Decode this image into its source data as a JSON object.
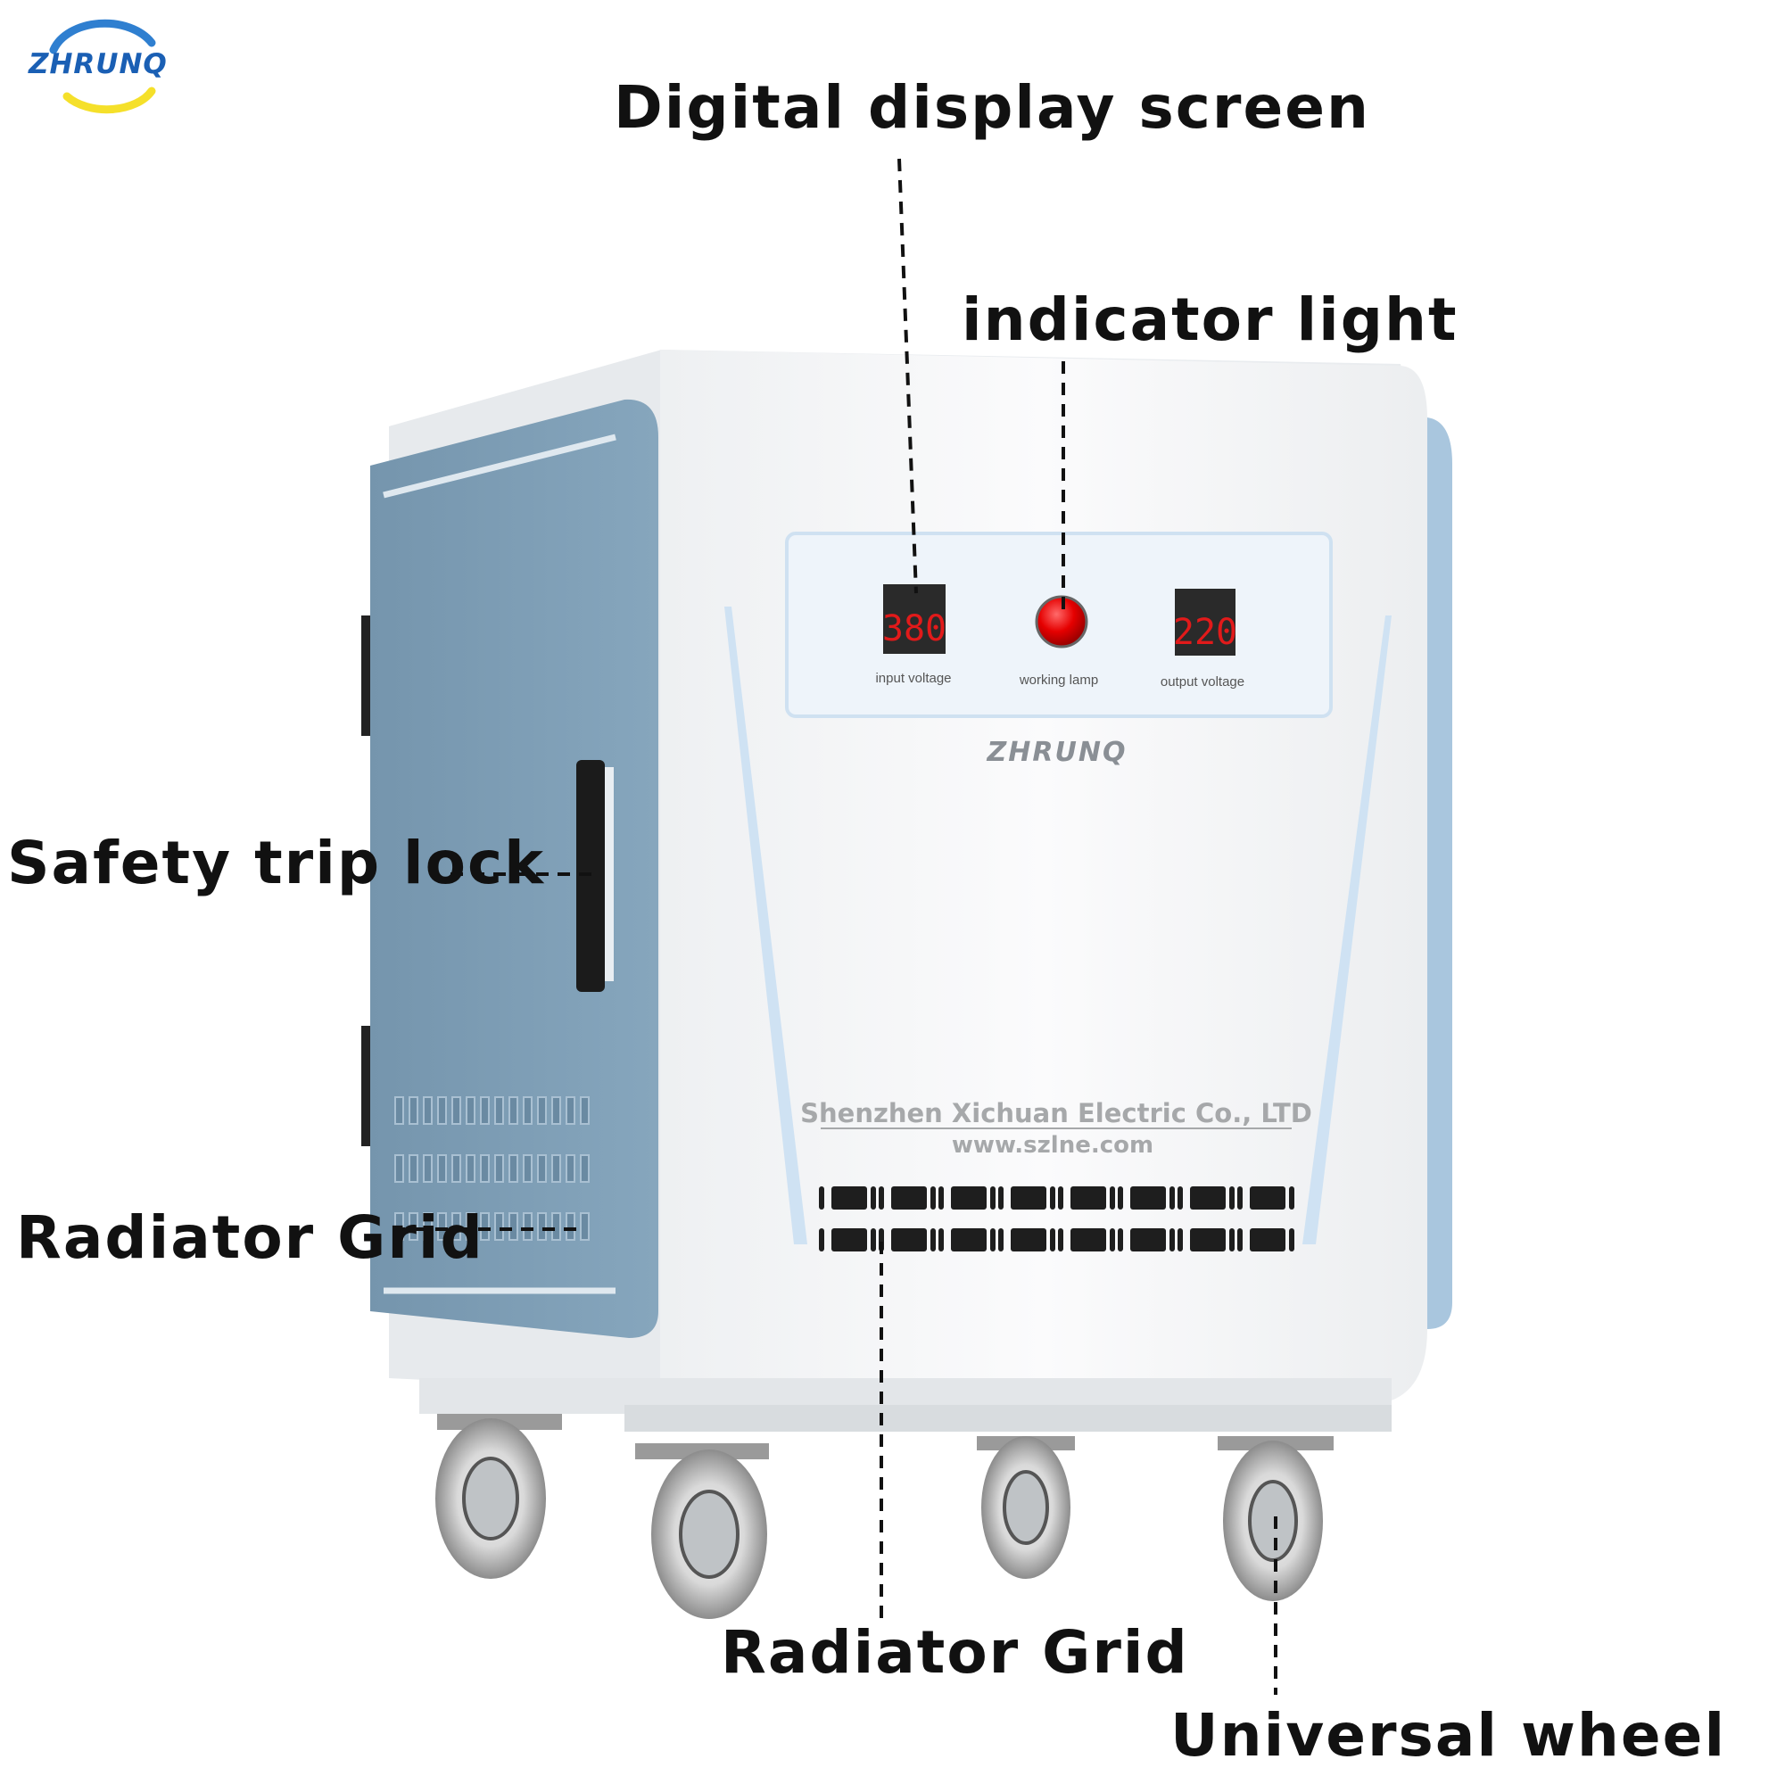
{
  "brand": {
    "logo_text": "ZHRUNQ",
    "logo_colors": {
      "arc_top": "#2f7fd0",
      "arc_bottom": "#f5e02a",
      "text": "#1a5fb4"
    }
  },
  "callouts": {
    "digital_display": "Digital display screen",
    "indicator_light": "indicator light",
    "safety_lock": "Safety trip lock",
    "radiator_grid_side": "Radiator Grid",
    "radiator_grid_front": "Radiator Grid",
    "universal_wheel": "Universal wheel"
  },
  "panel": {
    "input_display_value": "380",
    "output_display_value": "220",
    "input_label": "input voltage",
    "lamp_label": "working lamp",
    "output_label": "output voltage",
    "brand_name": "ZHRUNQ",
    "company": "Shenzhen Xichuan Electric Co., LTD",
    "website": "www.szlne.com"
  },
  "colors": {
    "cabinet_white": "#f7f8f9",
    "side_blue": "#7a9cb4",
    "trim_blue": "#b9d4ea",
    "led_red": "#e11a1a",
    "lamp_red": "#e50000"
  }
}
